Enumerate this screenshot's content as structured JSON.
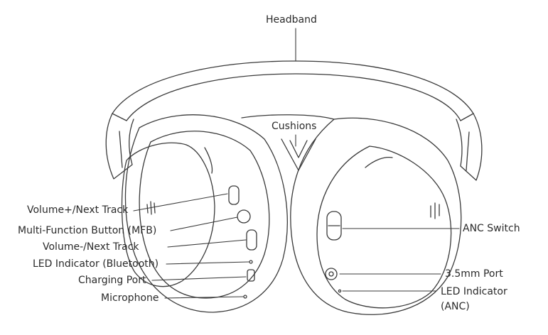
{
  "labels": {
    "headband": "Headband",
    "cushions": "Cushions",
    "volume_up": "Volume+/Next Track",
    "mfb": "Multi-Function Button (MFB)",
    "volume_down": "Volume-/Next Track",
    "led_bluetooth": "LED Indicator (Bluetooth)",
    "charging_port": "Charging Port",
    "microphone": "Microphone",
    "anc_switch": "ANC Switch",
    "port_35mm": "3.5mm Port",
    "led_anc": "LED Indicator\n(ANC)"
  }
}
